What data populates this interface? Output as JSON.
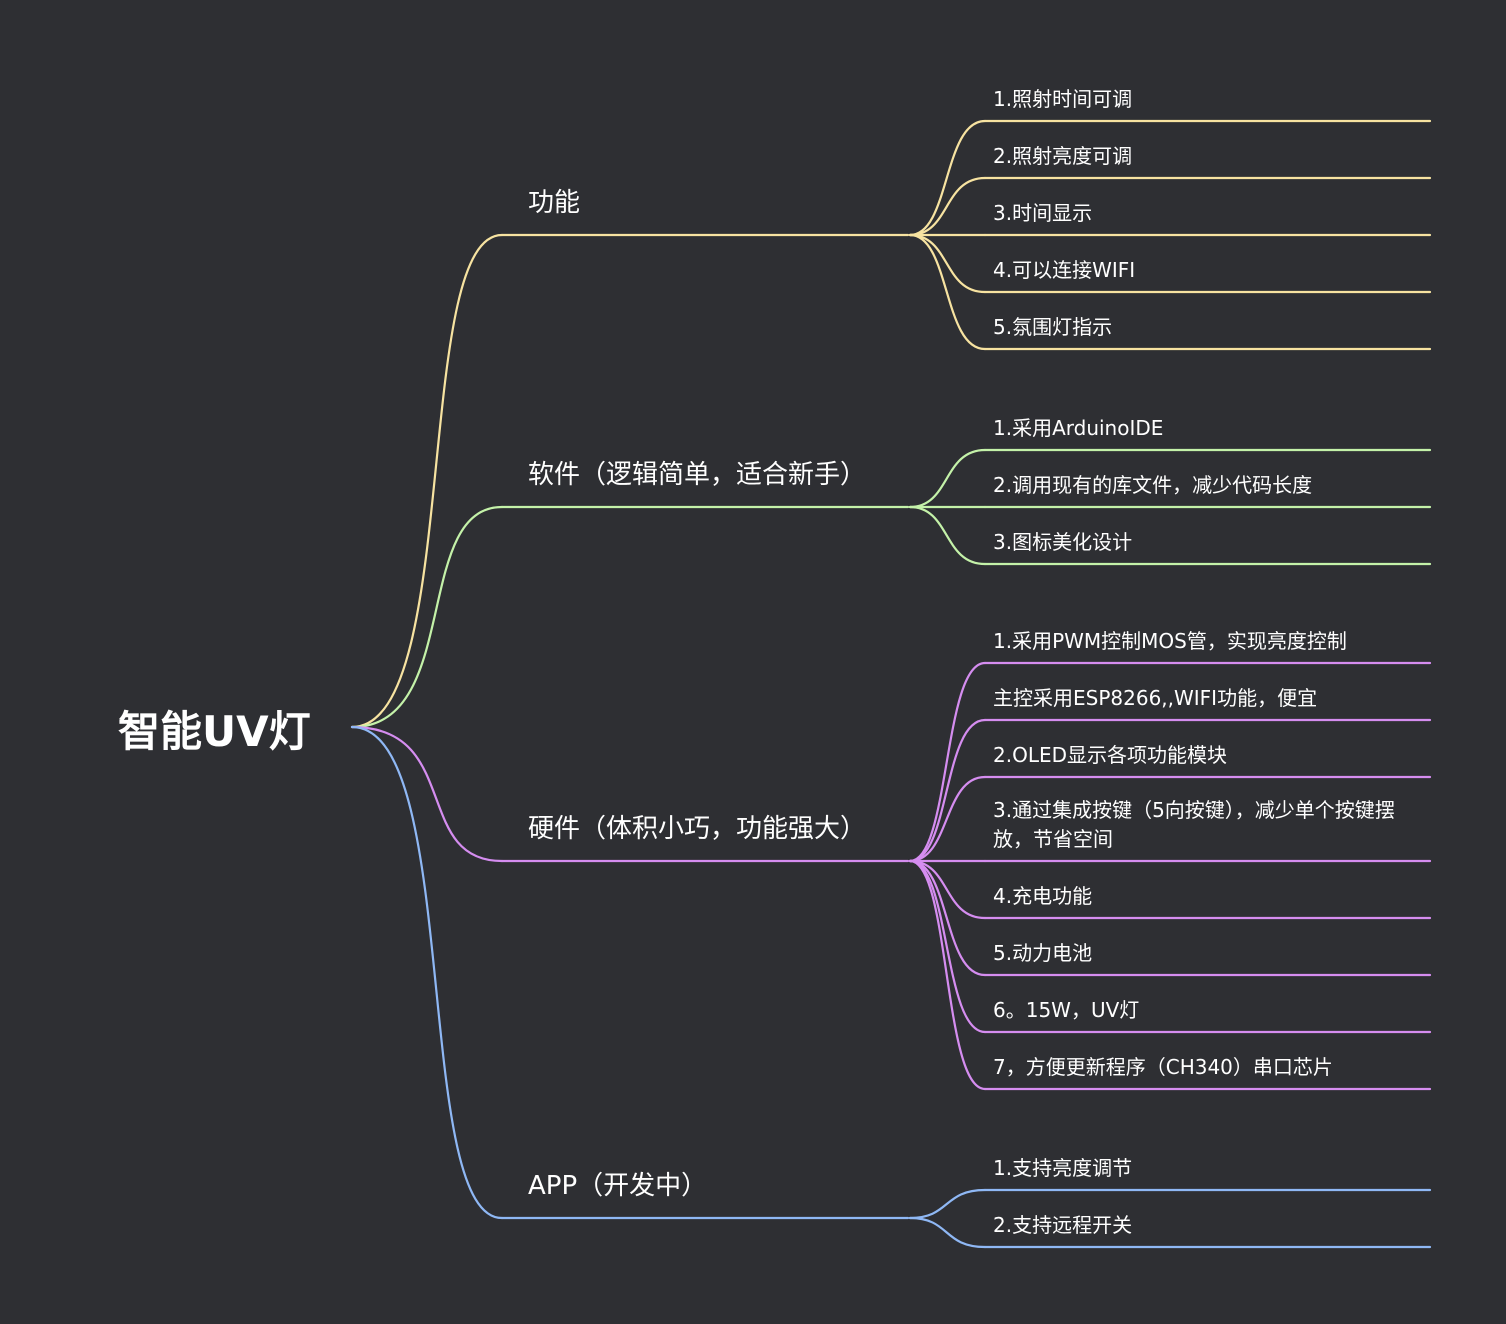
{
  "root": {
    "label": "智能UV灯"
  },
  "branches": [
    {
      "id": "function",
      "label": "功能",
      "color": "#f7e3a1",
      "children": [
        [
          "1.照射时间可调"
        ],
        [
          "2.照射亮度可调"
        ],
        [
          "3.时间显示"
        ],
        [
          "4.可以连接WIFI"
        ],
        [
          "5.氛围灯指示"
        ]
      ]
    },
    {
      "id": "software",
      "label": "软件（逻辑简单，适合新手）",
      "color": "#c4f2a9",
      "children": [
        [
          "1.采用ArduinoIDE"
        ],
        [
          "2.调用现有的库文件，减少代码长度"
        ],
        [
          "3.图标美化设计"
        ]
      ]
    },
    {
      "id": "hardware",
      "label": "硬件（体积小巧，功能强大）",
      "color": "#d58df0",
      "children": [
        [
          "1.采用PWM控制MOS管，实现亮度控制"
        ],
        [
          "主控采用ESP8266,,WIFI功能，便宜"
        ],
        [
          "2.OLED显示各项功能模块"
        ],
        [
          "3.通过集成按键（5向按键），减少单个按键摆",
          "放，节省空间"
        ],
        [
          "4.充电功能"
        ],
        [
          "5.动力电池"
        ],
        [
          "6。15W，UV灯"
        ],
        [
          "7，方便更新程序（CH340）串口芯片"
        ]
      ]
    },
    {
      "id": "app",
      "label": "APP（开发中）",
      "color": "#8fb8f5",
      "children": [
        [
          "1.支持亮度调节"
        ],
        [
          "2.支持远程开关"
        ]
      ]
    }
  ]
}
